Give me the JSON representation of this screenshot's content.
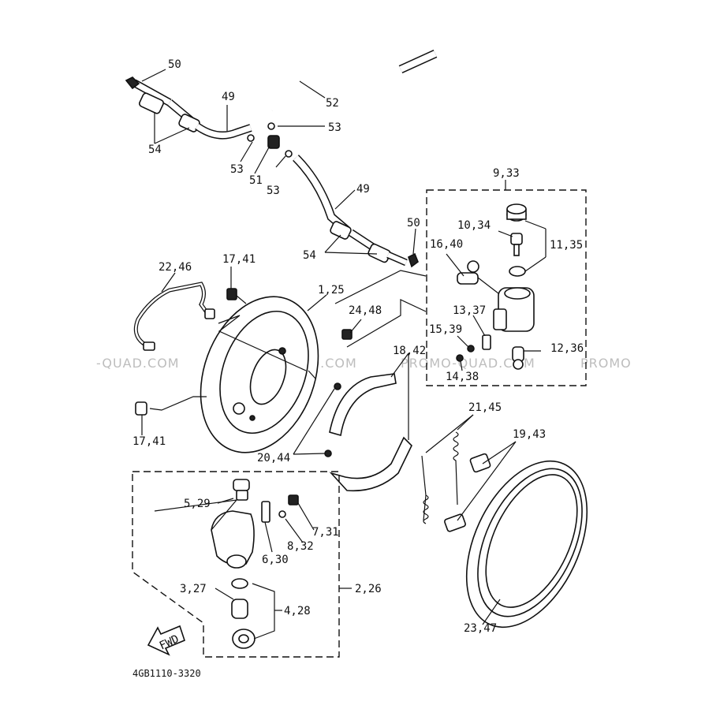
{
  "diagram": {
    "drawing_code": "4GB1110-3320",
    "fwd_label": "FWD",
    "watermarks": [
      "-QUAD.COM",
      "PROMO-QUAD.COM",
      "PROMO-QUAD.COM",
      "PROMO"
    ],
    "callouts": [
      {
        "id": "c50a",
        "text": "50"
      },
      {
        "id": "c49a",
        "text": "49"
      },
      {
        "id": "c52",
        "text": "52"
      },
      {
        "id": "c53a",
        "text": "53"
      },
      {
        "id": "c54a",
        "text": "54"
      },
      {
        "id": "c53b",
        "text": "53"
      },
      {
        "id": "c51",
        "text": "51"
      },
      {
        "id": "c53c",
        "text": "53"
      },
      {
        "id": "c49b",
        "text": "49"
      },
      {
        "id": "c933",
        "text": "9,33"
      },
      {
        "id": "c50b",
        "text": "50"
      },
      {
        "id": "c1034",
        "text": "10,34"
      },
      {
        "id": "c54b",
        "text": "54"
      },
      {
        "id": "c1640",
        "text": "16,40"
      },
      {
        "id": "c1135",
        "text": "11,35"
      },
      {
        "id": "c1741a",
        "text": "17,41"
      },
      {
        "id": "c2246",
        "text": "22,46"
      },
      {
        "id": "c125",
        "text": "1,25"
      },
      {
        "id": "c1337",
        "text": "13,37"
      },
      {
        "id": "c2448",
        "text": "24,48"
      },
      {
        "id": "c1539",
        "text": "15,39"
      },
      {
        "id": "c1236",
        "text": "12,36"
      },
      {
        "id": "c1842",
        "text": "18,42"
      },
      {
        "id": "c1438",
        "text": "14,38"
      },
      {
        "id": "c2145",
        "text": "21,45"
      },
      {
        "id": "c1943",
        "text": "19,43"
      },
      {
        "id": "c1741b",
        "text": "17,41"
      },
      {
        "id": "c2044",
        "text": "20,44"
      },
      {
        "id": "c529",
        "text": "5,29"
      },
      {
        "id": "c731",
        "text": "7,31"
      },
      {
        "id": "c832",
        "text": "8,32"
      },
      {
        "id": "c630",
        "text": "6,30"
      },
      {
        "id": "c327",
        "text": "3,27"
      },
      {
        "id": "c226",
        "text": "2,26"
      },
      {
        "id": "c428",
        "text": "4,28"
      },
      {
        "id": "c2347",
        "text": "23,47"
      }
    ]
  }
}
